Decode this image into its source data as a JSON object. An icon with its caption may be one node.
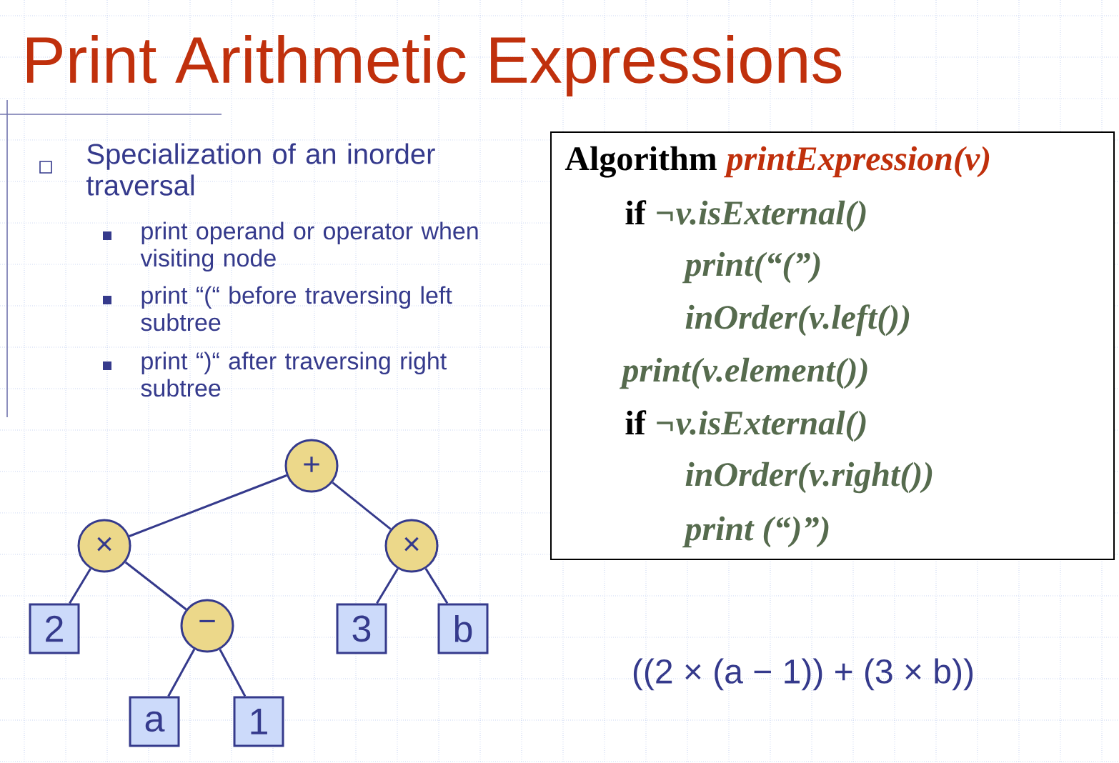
{
  "diagram": {
    "title": "Print Arithmetic Expressions",
    "nodes": [
      {
        "text": [
          "+"
        ]
      },
      {
        "text": [
          "×"
        ]
      },
      {
        "text": [
          "×"
        ]
      },
      {
        "text": [
          "2"
        ]
      },
      {
        "text": [
          "−"
        ]
      },
      {
        "text": [
          "3"
        ]
      },
      {
        "text": [
          "b"
        ]
      },
      {
        "text": [
          "a"
        ]
      },
      {
        "text": [
          "1"
        ]
      },
      {
        "text": [
          "Algorithm",
          "printExpression(v)",
          "if",
          "¬v.isExternal()",
          "print(“(”)",
          "inOrder(v.left())",
          "print(v.element())",
          "if",
          "¬v.isExternal()",
          "inOrder(v.right())",
          "print (“)”)"
        ]
      }
    ],
    "edges": [
      {
        "from": 0,
        "to": 1,
        "arrow": "none"
      },
      {
        "from": 0,
        "to": 2,
        "arrow": "none"
      },
      {
        "from": 1,
        "to": 3,
        "arrow": "none"
      },
      {
        "from": 1,
        "to": 4,
        "arrow": "none"
      },
      {
        "from": 2,
        "to": 5,
        "arrow": "none"
      },
      {
        "from": 2,
        "to": 6,
        "arrow": "none"
      },
      {
        "from": 4,
        "to": 7,
        "arrow": "none"
      },
      {
        "from": 4,
        "to": 8,
        "arrow": "none"
      }
    ],
    "labels": [
      "Specialization of an inorder traversal",
      "print operand or operator when visiting node",
      "print “(“ before traversing left subtree",
      "print “)“ after traversing right subtree",
      "((2 × (a − 1)) + (3 × b))"
    ]
  }
}
